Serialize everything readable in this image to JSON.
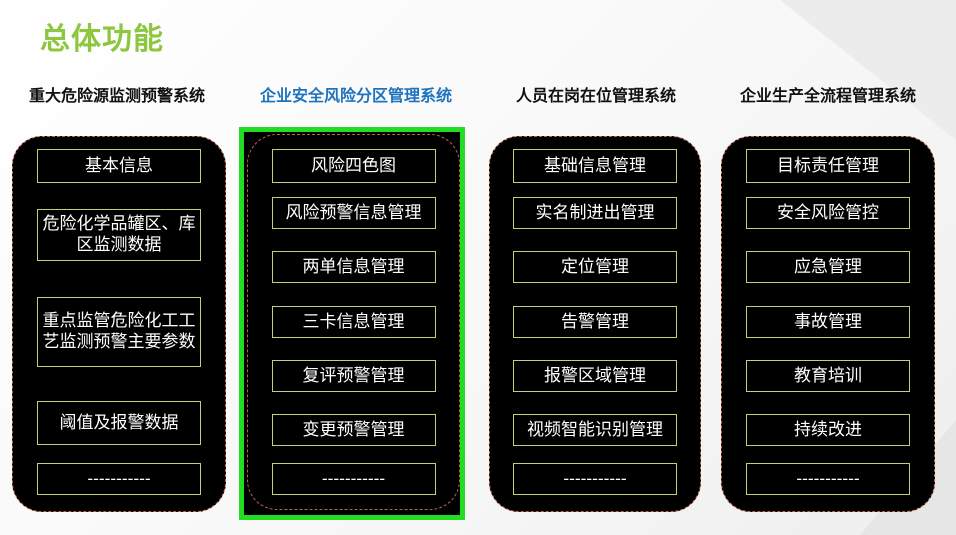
{
  "title": "总体功能",
  "columns": [
    {
      "header": "重大危险源监测预警系统",
      "items": [
        "基本信息",
        "危险化学品罐区、库区监测数据",
        "重点监管危险化工工艺监测预警主要参数",
        "阈值及报警数据",
        "-----------"
      ]
    },
    {
      "header": "企业安全风险分区管理系统",
      "items": [
        "风险四色图",
        "风险预警信息管理",
        "两单信息管理",
        "三卡信息管理",
        "复评预警管理",
        "变更预警管理",
        "-----------"
      ]
    },
    {
      "header": "人员在岗在位管理系统",
      "items": [
        "基础信息管理",
        "实名制进出管理",
        "定位管理",
        "告警管理",
        "报警区域管理",
        "视频智能识别管理",
        "-----------"
      ]
    },
    {
      "header": "企业生产全流程管理系统",
      "items": [
        "目标责任管理",
        "安全风险管控",
        "应急管理",
        "事故管理",
        "教育培训",
        "持续改进",
        "-----------"
      ]
    }
  ],
  "colors": {
    "title": "#8dc63f",
    "active_header": "#1e73be",
    "highlight_border": "#22dd22",
    "item_border": "#b9d47a"
  }
}
